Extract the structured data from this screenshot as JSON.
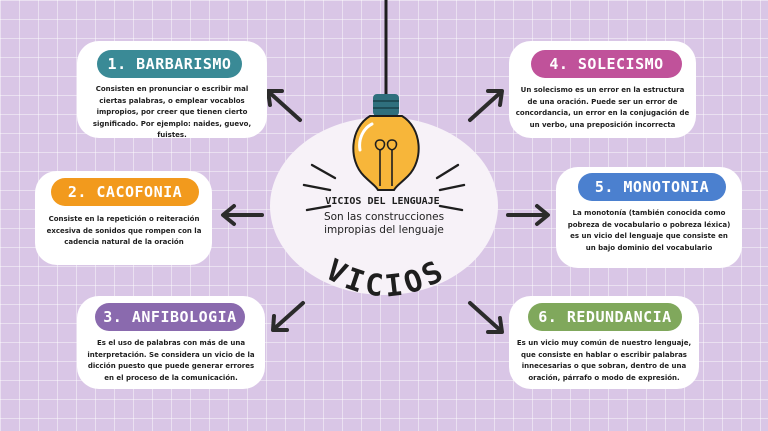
{
  "center": {
    "title": "VICIOS DEL LENGUAJE",
    "subtitle": "Son las construcciones impropias del lenguaje",
    "big_word": "VICIOS"
  },
  "cards": [
    {
      "title": "1. BARBARISMO",
      "color": "#3a8a96",
      "text": "Consisten en pronunciar o escribir mal ciertas palabras, o emplear vocablos impropios, por creer que tienen cierto significado. Por ejemplo: naides, guevo, fuistes."
    },
    {
      "title": "2. CACOFONIA",
      "color": "#f29a1d",
      "text": "Consiste en la repetición o reiteración excesiva de sonidos que rompen con la cadencia natural de la oración"
    },
    {
      "title": "3. ANFIBOLOGIA",
      "color": "#8a6aae",
      "text": "Es el uso de palabras con más de una interpretación. Se considera un vicio de la dicción puesto que puede generar errores en el proceso de la comunicación."
    },
    {
      "title": "4. SOLECISMO",
      "color": "#c0529a",
      "text": "Un solecismo es un error en la estructura de una oración. Puede ser un error de concordancia, un error en la conjugación de un verbo, una preposición incorrecta"
    },
    {
      "title": "5. MONOTONIA",
      "color": "#4b80cf",
      "text": "La monotonía (también conocida como pobreza de vocabulario o pobreza léxica) es un vicio del lenguaje que consiste en un bajo dominio del vocabulario"
    },
    {
      "title": "6. REDUNDANCIA",
      "color": "#80a85c",
      "text": "Es un vicio muy común de nuestro lenguaje, que consiste en hablar o escribir palabras innecesarias o que sobran, dentro de una oración, párrafo o modo de expresión."
    }
  ],
  "icons": {
    "bulb": "light-bulb-icon",
    "arrow": "arrow-icon"
  }
}
